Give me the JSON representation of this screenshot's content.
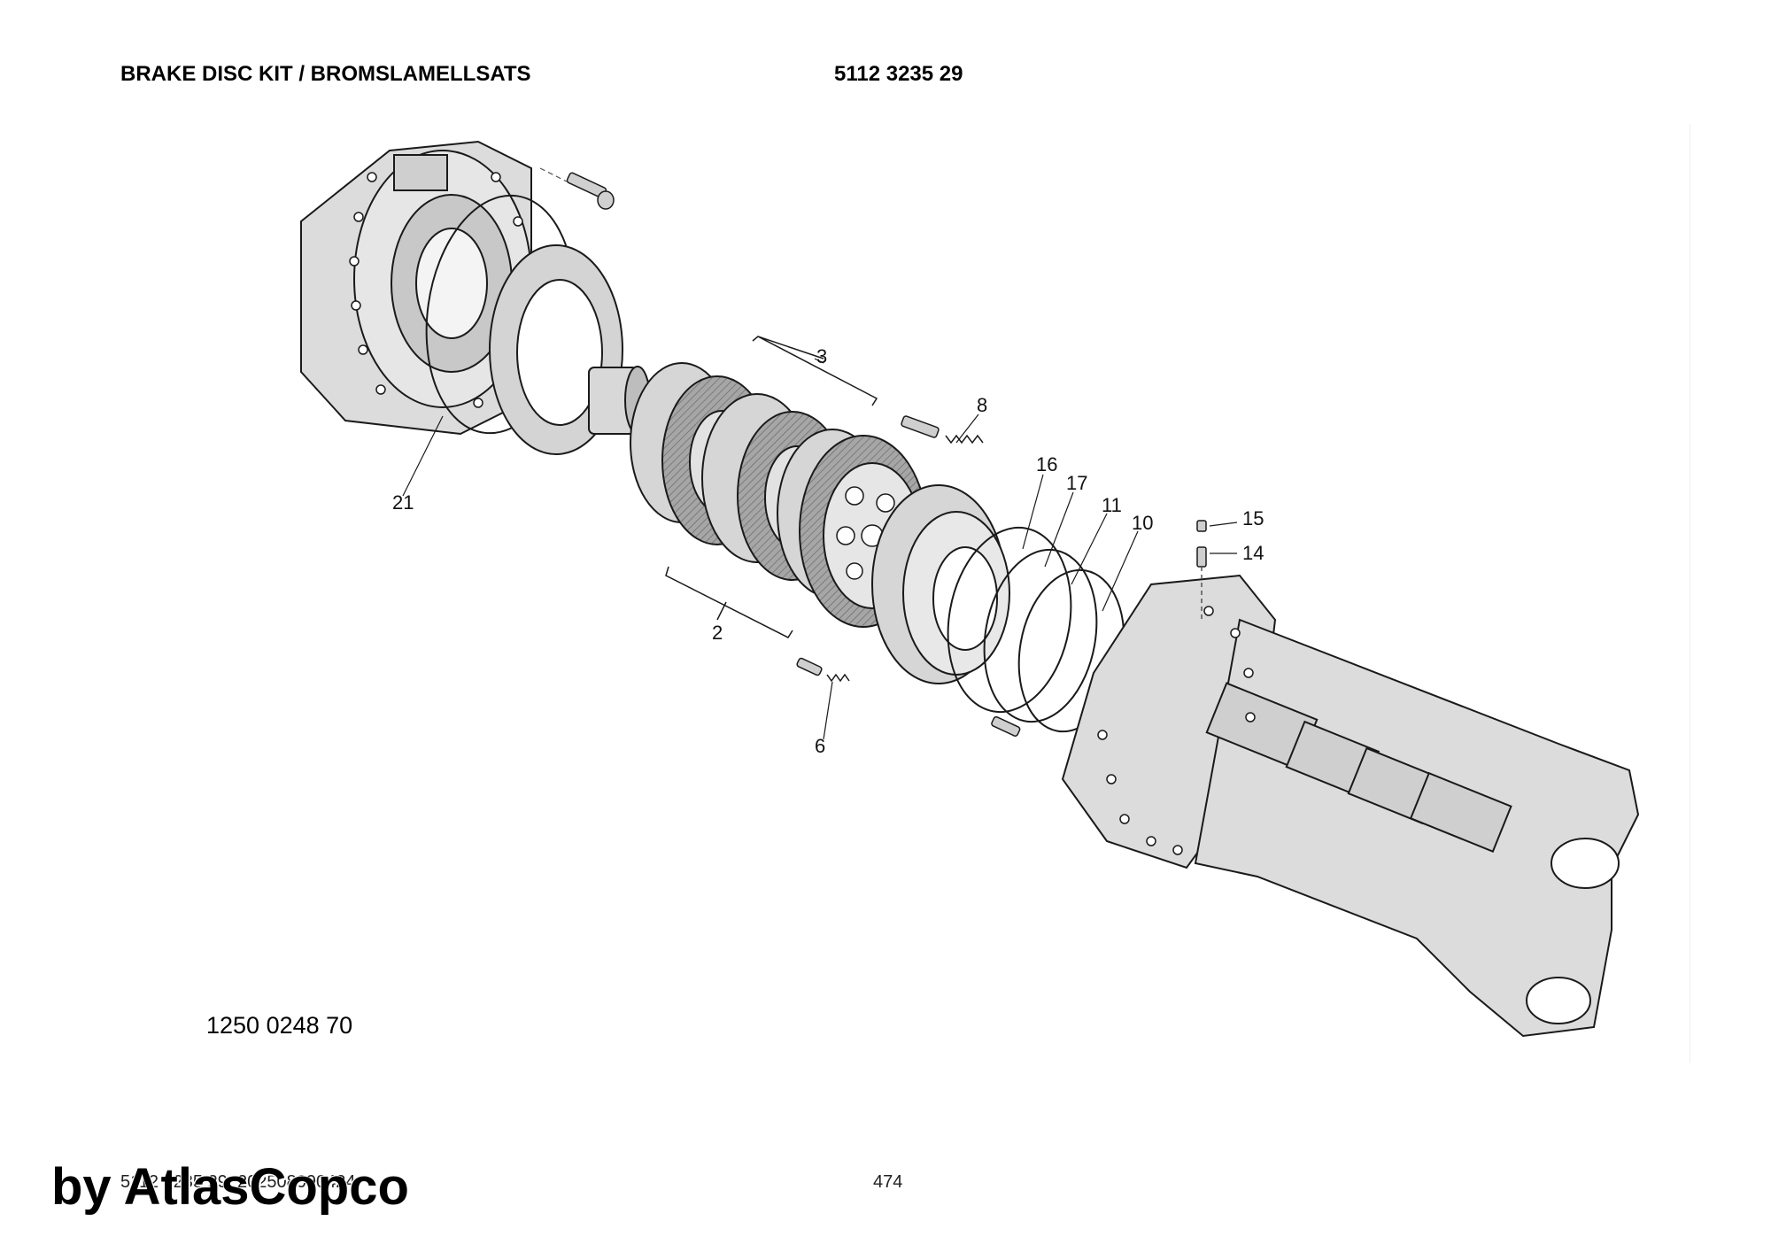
{
  "header": {
    "title": "BRAKE DISC KIT / BROMSLAMELLSATS",
    "part_number": "5112 3235 29"
  },
  "diagram": {
    "drawing_number": "1250 0248 70",
    "callouts": [
      "21",
      "3",
      "8",
      "16",
      "17",
      "11",
      "10",
      "15",
      "14",
      "2",
      "6"
    ]
  },
  "footer": {
    "document_id": "5112 3235 29_202508090424",
    "page": "474",
    "watermark": "by AtlasCopco"
  },
  "colors": {
    "part_fill": "#dcdcdc",
    "part_stroke": "#1a1a1a",
    "friction_fill": "#9a9a9a"
  }
}
